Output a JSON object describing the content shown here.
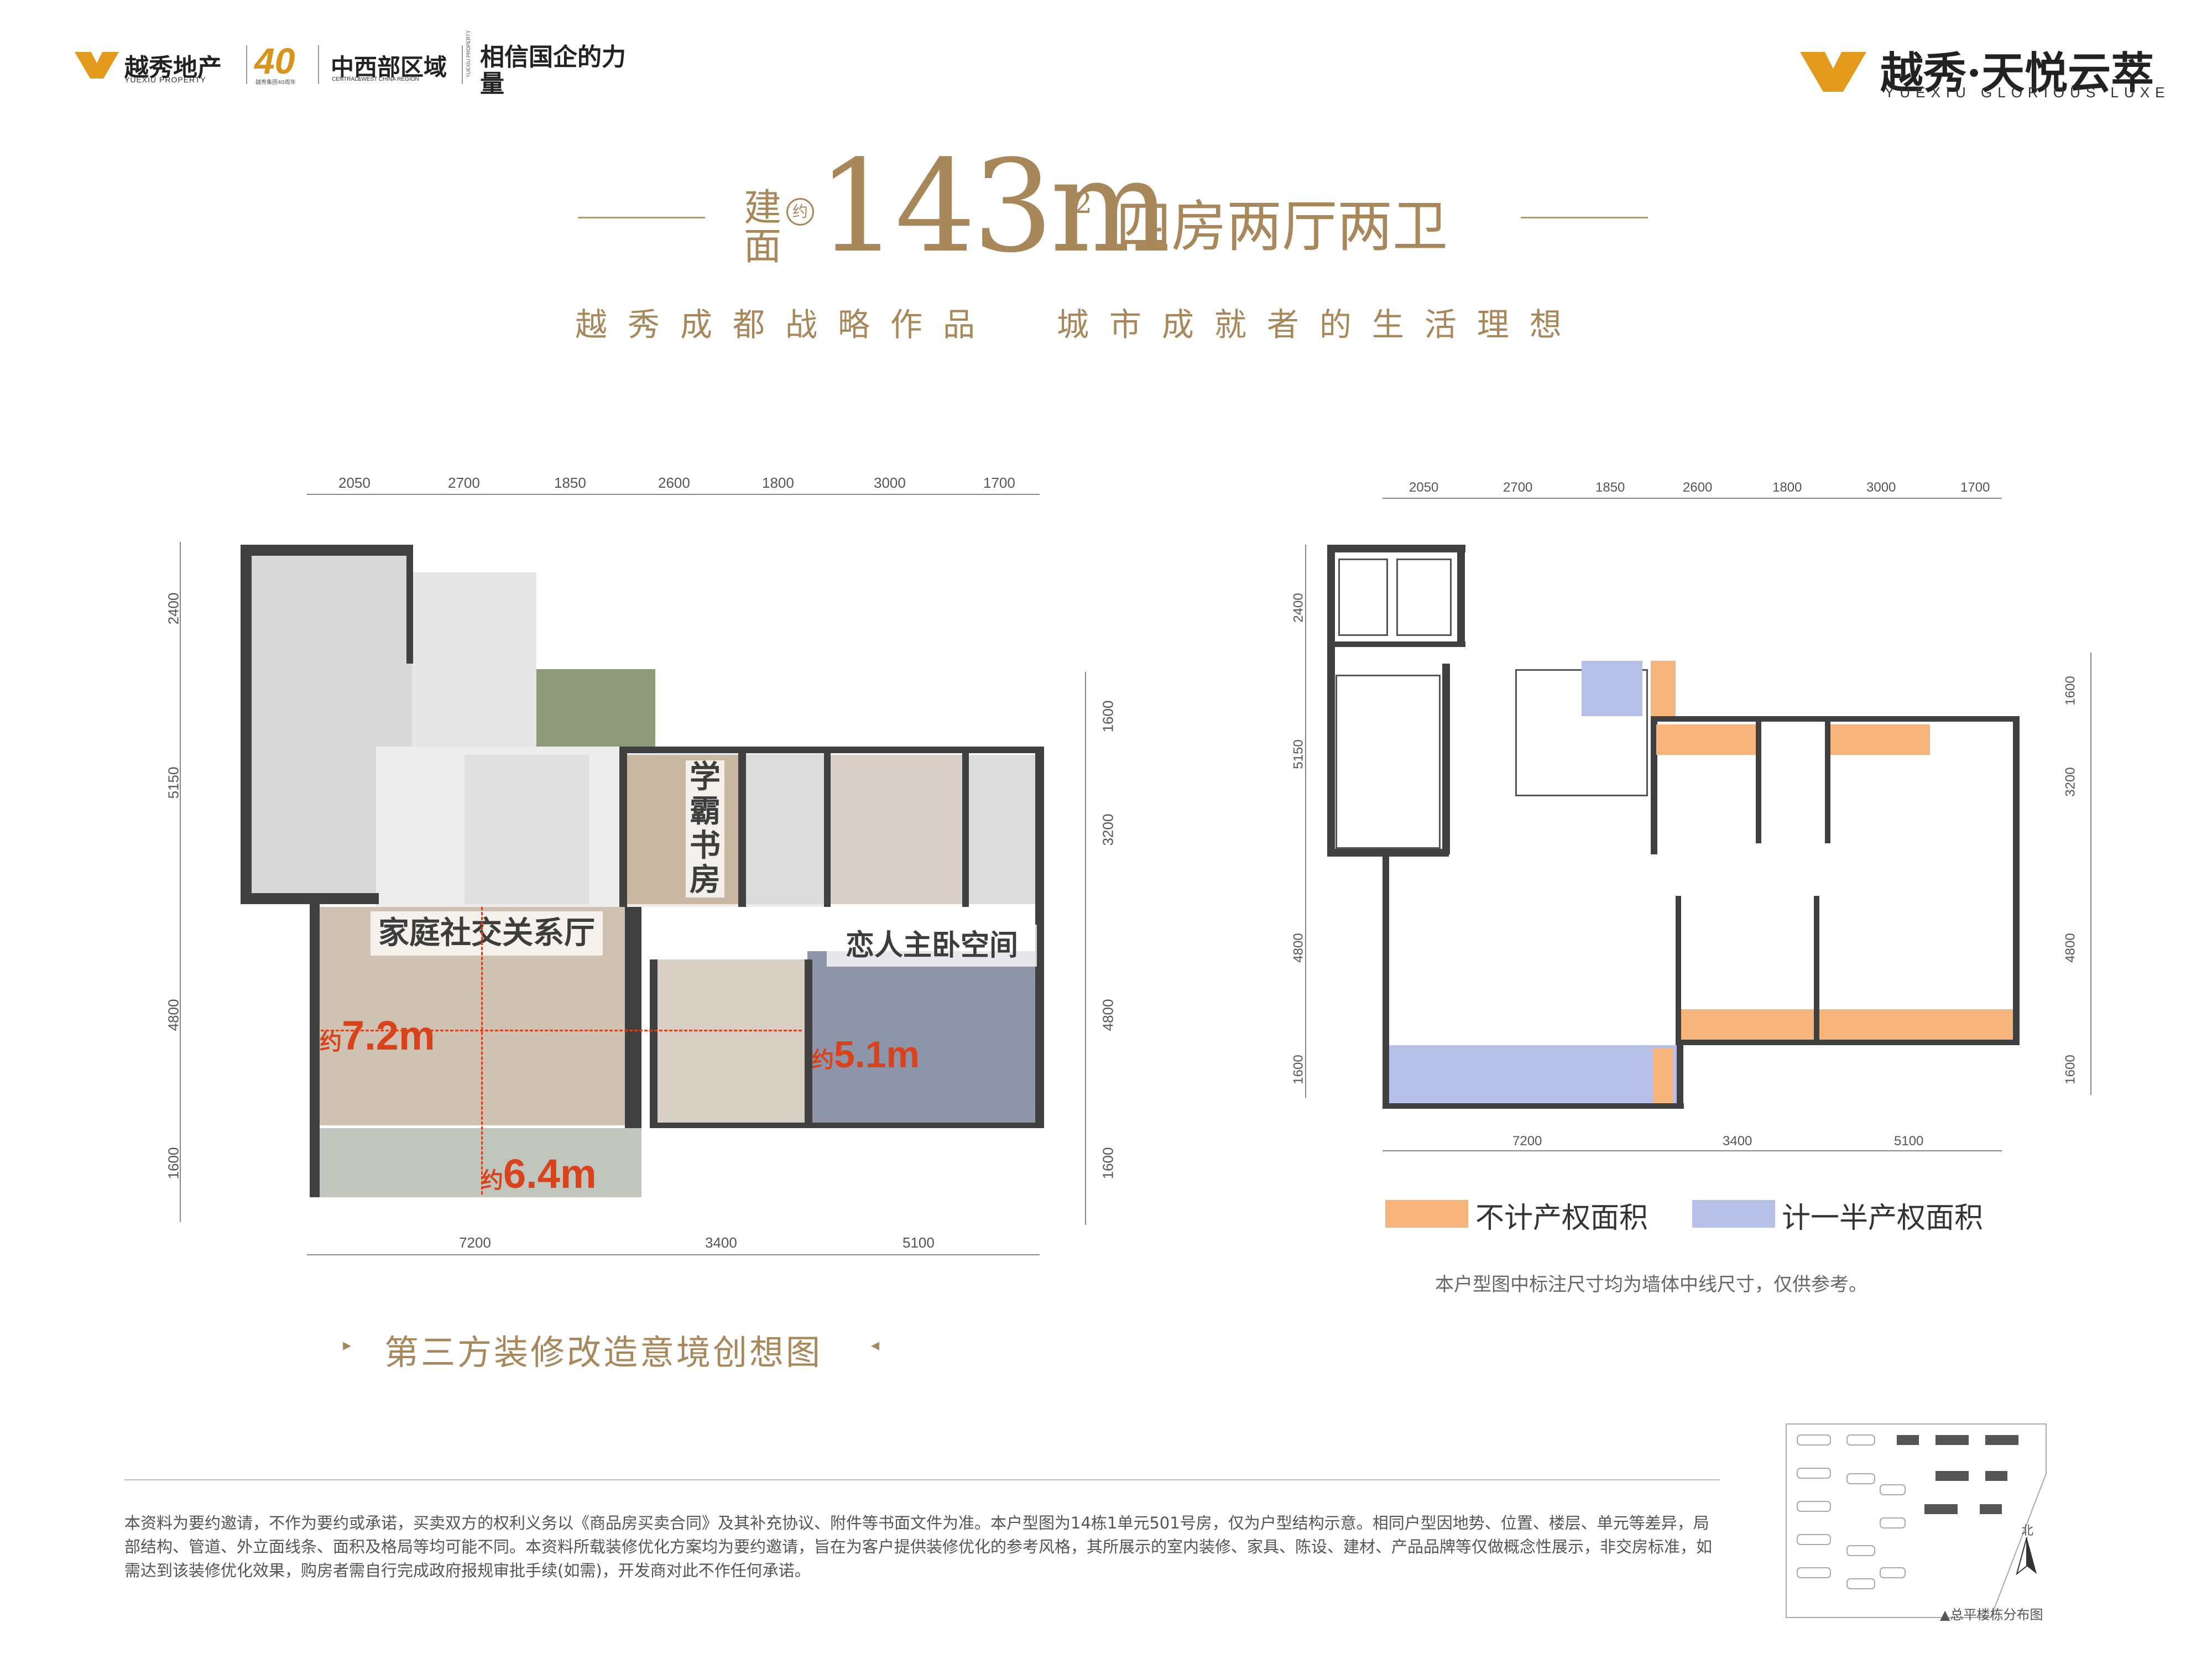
{
  "header": {
    "logo_left": {
      "icon": "ye-logo-icon",
      "name": "越秀地产",
      "sub": "YUEXIU PROPERTY"
    },
    "logo_40": {
      "num": "40",
      "sub": "越秀集团40周年"
    },
    "region": {
      "name": "中西部区域",
      "sub": "CENTRAL&WEST CHINA REGION"
    },
    "slogan": {
      "main": "相信国企的力量",
      "sub": "YUEXIU PROPERTY"
    },
    "logo_right": {
      "icon": "ye-logo-icon",
      "name": "越秀·天悦云萃",
      "sub": "YUEXIU GLORIOUS LUXE"
    }
  },
  "title": {
    "prefix_top": "建",
    "prefix_bottom": "面",
    "about": "约",
    "area": "143m",
    "sup": "2",
    "layout": "四房两厅两卫",
    "tagline": "越秀成都战略作品  城市成就者的生活理想"
  },
  "plan_left": {
    "dims_top": [
      "2050",
      "2700",
      "1850",
      "2600",
      "1800",
      "3000",
      "1700"
    ],
    "dims_bottom": [
      "7200",
      "3400",
      "5100"
    ],
    "dims_left": [
      "2400",
      "5150",
      "4800",
      "1600"
    ],
    "dims_right": [
      "1600",
      "3200",
      "4800",
      "1600"
    ],
    "labels": {
      "study": "学霸书房",
      "living": "家庭社交关系厅",
      "master": "恋人主卧空间"
    },
    "measures": [
      {
        "about": "约",
        "value": "7.2m"
      },
      {
        "about": "约",
        "value": "5.1m"
      },
      {
        "about": "约",
        "value": "6.4m"
      }
    ],
    "caption": "第三方装修改造意境创想图"
  },
  "plan_right": {
    "dims_top": [
      "2050",
      "2700",
      "1850",
      "2600",
      "1800",
      "3000",
      "1700"
    ],
    "dims_bottom": [
      "7200",
      "3400",
      "5100"
    ],
    "dims_left": [
      "2400",
      "5150",
      "4800",
      "1600"
    ],
    "dims_right": [
      "1600",
      "3200",
      "4800",
      "1600"
    ],
    "legend": [
      {
        "label": "不计产权面积",
        "color": "#f5b57c"
      },
      {
        "label": "计一半产权面积",
        "color": "#b7c0e6"
      }
    ],
    "note": "本户型图中标注尺寸均为墙体中线尺寸，仅供参考。"
  },
  "footer": {
    "disclaimer": "本资料为要约邀请，不作为要约或承诺，买卖双方的权利义务以《商品房买卖合同》及其补充协议、附件等书面文件为准。本户型图为14栋1单元501号房，仅为户型结构示意。相同户型因地势、位置、楼层、单元等差异，局部结构、管道、外立面线条、面积及格局等均可能不同。本资料所载装修优化方案均为要约邀请，旨在为客户提供装修优化的参考风格，其所展示的室内装修、家具、陈设、建材、产品品牌等仅做概念性展示，非交房标准，如需达到该装修优化效果，购房者需自行完成政府报规审批手续(如需)，开发商对此不作任何承诺。",
    "north": "北",
    "siteplan_caption": "▲总平楼栋分布图"
  },
  "colors": {
    "gold": "#a8875a",
    "orange": "#f5b57c",
    "blue": "#b7c0e6",
    "red": "#d8431c"
  }
}
